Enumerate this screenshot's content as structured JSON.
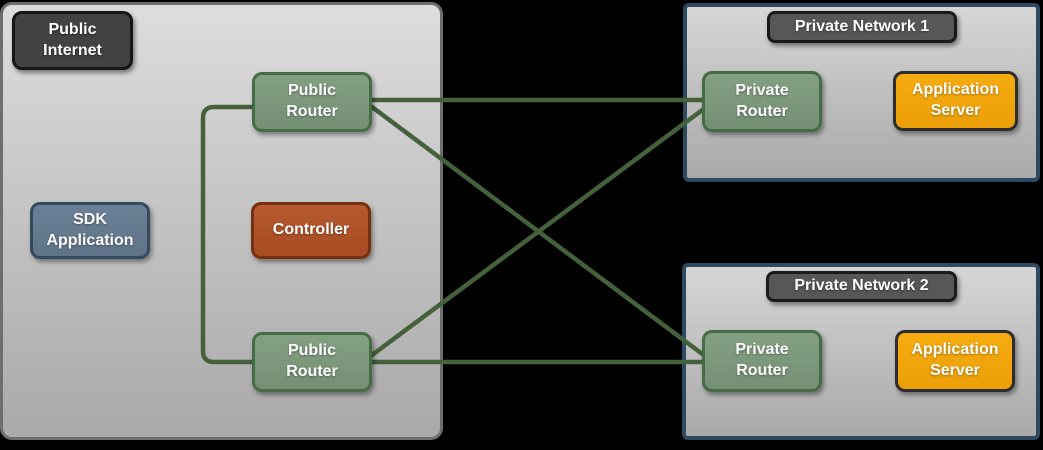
{
  "public_internet": {
    "title": "Public Internet",
    "sdk_application": "SDK Application",
    "controller": "Controller",
    "public_router_1": "Public Router",
    "public_router_2": "Public Router"
  },
  "private_network_1": {
    "title": "Private Network 1",
    "private_router": "Private Router",
    "application_server": "Application Server"
  },
  "private_network_2": {
    "title": "Private Network 2",
    "private_router": "Private Router",
    "application_server": "Application Server"
  },
  "connections": [
    {
      "from": "public-router-1",
      "to": "public-router-2"
    },
    {
      "from": "public-router-1",
      "to": "private-router-1"
    },
    {
      "from": "public-router-1",
      "to": "private-router-2"
    },
    {
      "from": "public-router-2",
      "to": "private-router-1"
    },
    {
      "from": "public-router-2",
      "to": "private-router-2"
    }
  ],
  "colors": {
    "background": "#000000",
    "panel_fill_top": "#dddddd",
    "panel_fill_bottom": "#a9a9a9",
    "panel_border": "#6e6e6e",
    "private_network_border": "#2e4a61",
    "router_green": "#7d997d",
    "router_green_border": "#466c46",
    "controller_rust": "#ad5128",
    "controller_border": "#77300f",
    "sdk_slate": "#64798e",
    "sdk_border": "#334a61",
    "server_amber": "#f2a40d",
    "server_border": "#2d2d2d",
    "badge_dark": "#424242",
    "badge_gray": "#575757",
    "link_green": "#44613c"
  }
}
